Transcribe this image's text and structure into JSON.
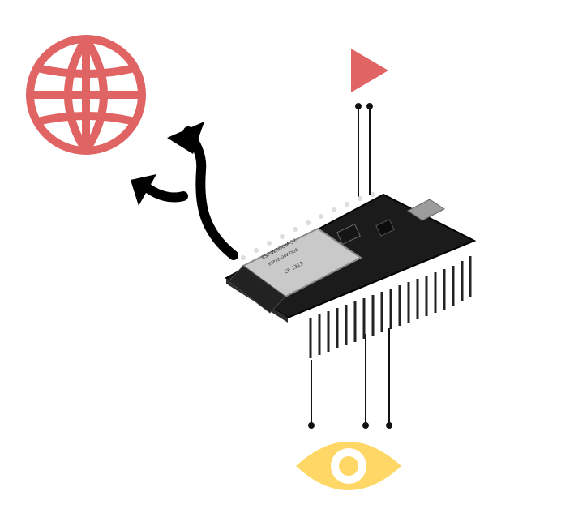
{
  "board": {
    "module_label": "ESP-WROOM-32",
    "module_sublabel": "ESP32-D0WDQ6",
    "fcc_label": "CE 1313"
  },
  "icons": {
    "globe": "globe-icon",
    "play": "play-icon",
    "eye": "eye-icon",
    "arrows": "wifi-signal-arrows-icon"
  },
  "colors": {
    "accent_red": "#e06464",
    "accent_yellow": "#ffd766",
    "line": "#111111",
    "pcb": "#1b1b1b"
  }
}
